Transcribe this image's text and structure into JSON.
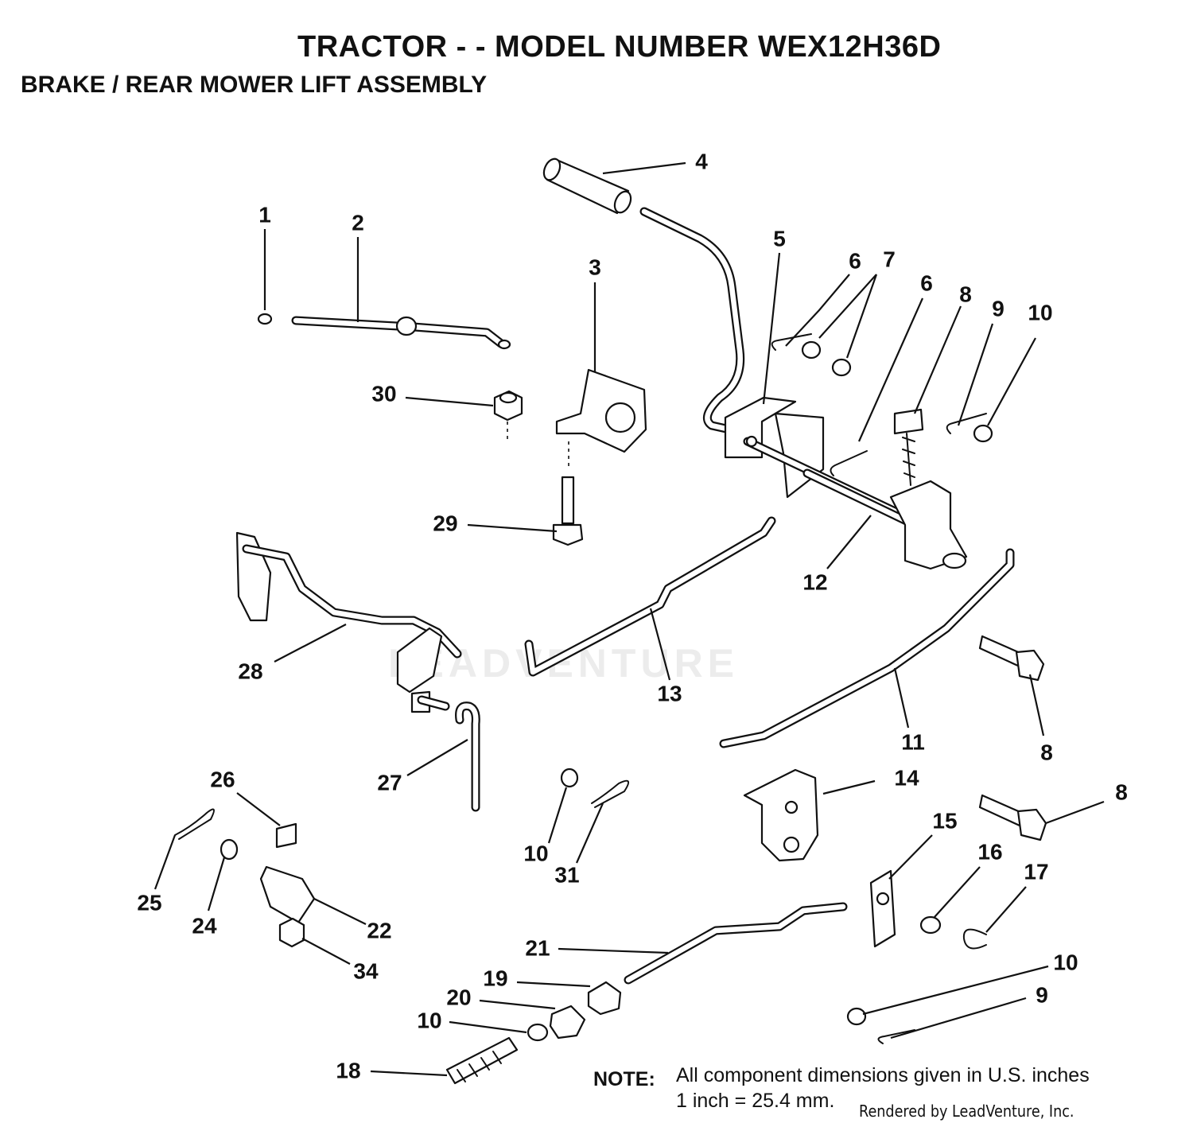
{
  "header": {
    "title": "TRACTOR - - MODEL NUMBER WEX12H36D",
    "subtitle": "BRAKE / REAR MOWER LIFT ASSEMBLY"
  },
  "note": {
    "label": "NOTE:",
    "line1": "All component dimensions given in U.S. inches",
    "line2": "1 inch = 25.4 mm."
  },
  "credit": "Rendered by LeadVenture, Inc.",
  "watermark": "LEADVENTURE",
  "callouts": [
    "1",
    "2",
    "3",
    "4",
    "5",
    "6",
    "7",
    "6",
    "8",
    "9",
    "10",
    "30",
    "29",
    "12",
    "28",
    "13",
    "11",
    "8",
    "27",
    "26",
    "14",
    "8",
    "10",
    "31",
    "15",
    "16",
    "17",
    "25",
    "24",
    "22",
    "34",
    "21",
    "10",
    "19",
    "20",
    "10",
    "9",
    "18"
  ]
}
